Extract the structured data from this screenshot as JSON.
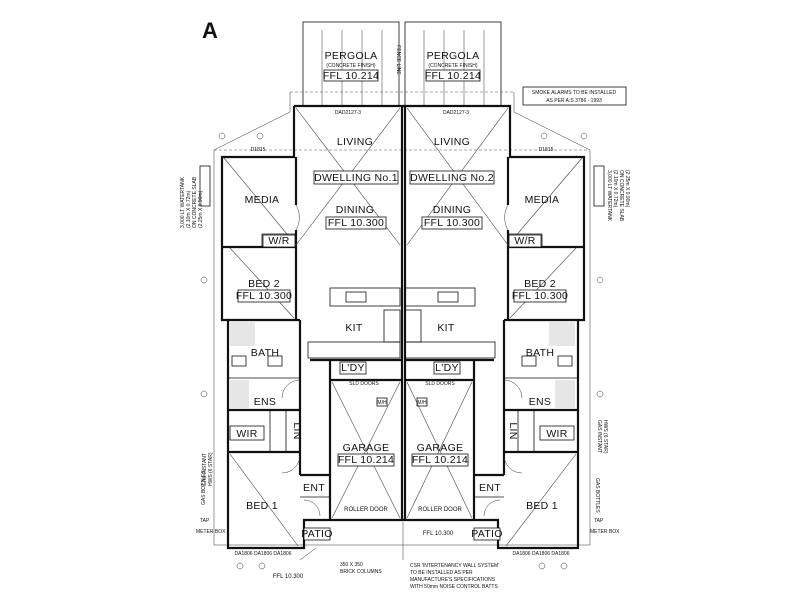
{
  "panel_label": "A",
  "notes": {
    "smoke_alarms": [
      "SMOKE ALARMS TO BE INSTALLED",
      "AS PER A.S 3786 - 1993"
    ],
    "fence_line": "FENCE LINE",
    "intertenancy": [
      "CSR 'INTERTENANCY WALL SYSTEM'",
      "TO BE INSTALLED AS PER",
      "MANUFACTURE'S SPECIFICATIONS",
      "WITH 50mm NOISE CONTROL BATTS"
    ],
    "brick_columns": [
      "350 X 350",
      "BRICK COLUMNS"
    ],
    "ffl_bottom": "FFL 10.300",
    "water_tank_left": [
      "3,000 LT WATERTANK",
      "(2.10m X 0.72m)",
      "ON CONCRETE SLAB",
      "(2.25m X 0.90m)"
    ],
    "water_tank_right": [
      "3,000 LT WATERTANK",
      "(2.10m X 0.72m)",
      "ON CONCRETE SLAB",
      "(2.25m X 0.90m)"
    ],
    "gas_left": [
      "GAS INSTANT",
      "HWS (6 STAR)"
    ],
    "gas_right": [
      "GAS INSTANT",
      "HWS (6 STAR)"
    ],
    "gas_bottles": "GAS BOTTLES",
    "meter_box": "METER BOX",
    "tap": "TAP"
  },
  "dwelling1": {
    "pergola": "PERGOLA",
    "pergola_finish": "(CONCRETE FINISH)",
    "pergola_ffl": "FFL 10.214",
    "living": "LIVING",
    "dwelling": "DWELLING No.1",
    "dining": "DINING",
    "dining_ffl": "FFL 10.300",
    "media": "MEDIA",
    "wr": "W/R",
    "bed2": "BED 2",
    "bed2_ffl": "FFL 10.300",
    "kit": "KIT",
    "bath": "BATH",
    "ldy": "L'DY",
    "ens": "ENS",
    "wir": "WIR",
    "lin": "LIN",
    "garage": "GARAGE",
    "garage_ffl": "FFL 10.214",
    "ent": "ENT",
    "bed1": "BED 1",
    "porch": "PATIO",
    "roller": "ROLLER DOOR",
    "sld_doors": "SLD DOORS",
    "door_top": "DAD2127-3",
    "window_top": "D1815",
    "bottom_windows": "DA1806  DA1806  DA1806",
    "mh": "M/H"
  },
  "dwelling2": {
    "pergola": "PERGOLA",
    "pergola_finish": "(CONCRETE FINISH)",
    "pergola_ffl": "FFL 10.214",
    "living": "LIVING",
    "dwelling": "DWELLING No.2",
    "dining": "DINING",
    "dining_ffl": "FFL 10.300",
    "media": "MEDIA",
    "wr": "W/R",
    "bed2": "BED 2",
    "bed2_ffl": "FFL 10.300",
    "kit": "KIT",
    "bath": "BATH",
    "ldy": "L'DY",
    "ens": "ENS",
    "wir": "WIR",
    "lin": "LIN",
    "garage": "GARAGE",
    "garage_ffl": "FFL 10.214",
    "ent": "ENT",
    "bed1": "BED 1",
    "porch": "PATIO",
    "roller": "ROLLER DOOR",
    "sld_doors": "SLD DOORS",
    "door_top": "DAD2127-3",
    "window_top": "D1815",
    "bottom_windows": "DA1806  DA1806  DA1806",
    "mh": "M/H",
    "ffl_porch": "FFL 10.300"
  }
}
